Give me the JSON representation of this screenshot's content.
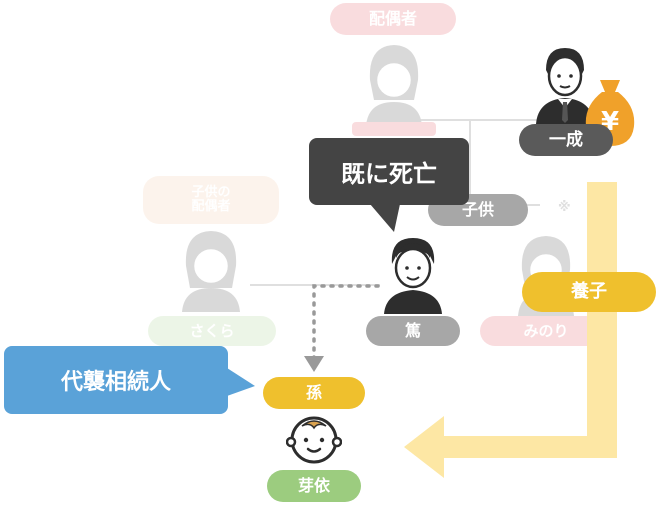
{
  "labels": {
    "spouse": "配偶者",
    "child": "子供",
    "child_spouse_line1": "子供の",
    "child_spouse_line2": "配偶者",
    "note": "※",
    "sakura": "さくら",
    "minori": "みのり",
    "issei": "一成",
    "atsushi": "篤",
    "grandchild": "孫",
    "mei": "芽依",
    "adopted": "養子",
    "deceased": "既に死亡",
    "heir_type": "代襲相続人"
  },
  "colors": {
    "dark_pill": "#5a5a5a",
    "gray_pill": "#a7a7a7",
    "pink_pill": "#e0424f",
    "peach_pill": "#f3c29a",
    "green_pill": "#9ccc7f",
    "yellow_pill": "#efc02d",
    "yellow_arrow": "#fde7a4",
    "blue_callout": "#5aa2d8",
    "dark_callout": "#444444",
    "money_bag": "#f0a12a"
  },
  "icons": {
    "man_top": "businessman-icon",
    "money": "yen-money-bag-icon",
    "man_middle": "young-man-icon",
    "baby": "baby-face-icon",
    "woman": "woman-icon"
  }
}
